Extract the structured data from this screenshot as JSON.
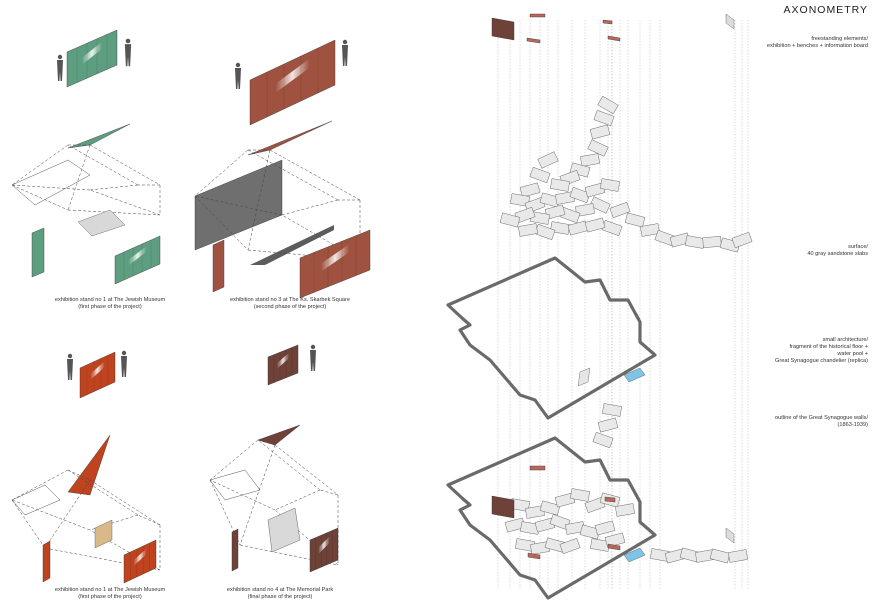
{
  "title": "AXONOMETRY",
  "colors": {
    "green": "#5e9e80",
    "brick": "#a05240",
    "orange": "#c0431f",
    "brown": "#6e4238",
    "slab": "#e9e9e9",
    "wall": "#6a6a6a",
    "pool": "#7fc3e6"
  },
  "stands": [
    {
      "line1": "exhibition stand no 1 at The Jewish Museum",
      "line2": "(first phase of the project)"
    },
    {
      "line1": "exhibition stand no 3 at The Ks. Skarbek Square",
      "line2": "(second phase of the project)"
    },
    {
      "line1": "exhibition stand no 1 at The Jewish Museum",
      "line2": "(first phase of the project)"
    },
    {
      "line1": "exhibition stand no 4 at The Memorial Park",
      "line2": "(final phase of the project)"
    }
  ],
  "layers": [
    {
      "lines": [
        "freestanding elements/",
        "exhibition + benches + information board"
      ]
    },
    {
      "lines": [
        "surface/",
        "40 gray sandstone slabs"
      ]
    },
    {
      "lines": [
        "small architecture/",
        "fragment of the historical floor +",
        "water pool +",
        "Great Synagogue chandelier (replica)"
      ]
    },
    {
      "lines": [
        "outline of the Great Synagogue walls/",
        "(1863-1939)"
      ]
    }
  ]
}
